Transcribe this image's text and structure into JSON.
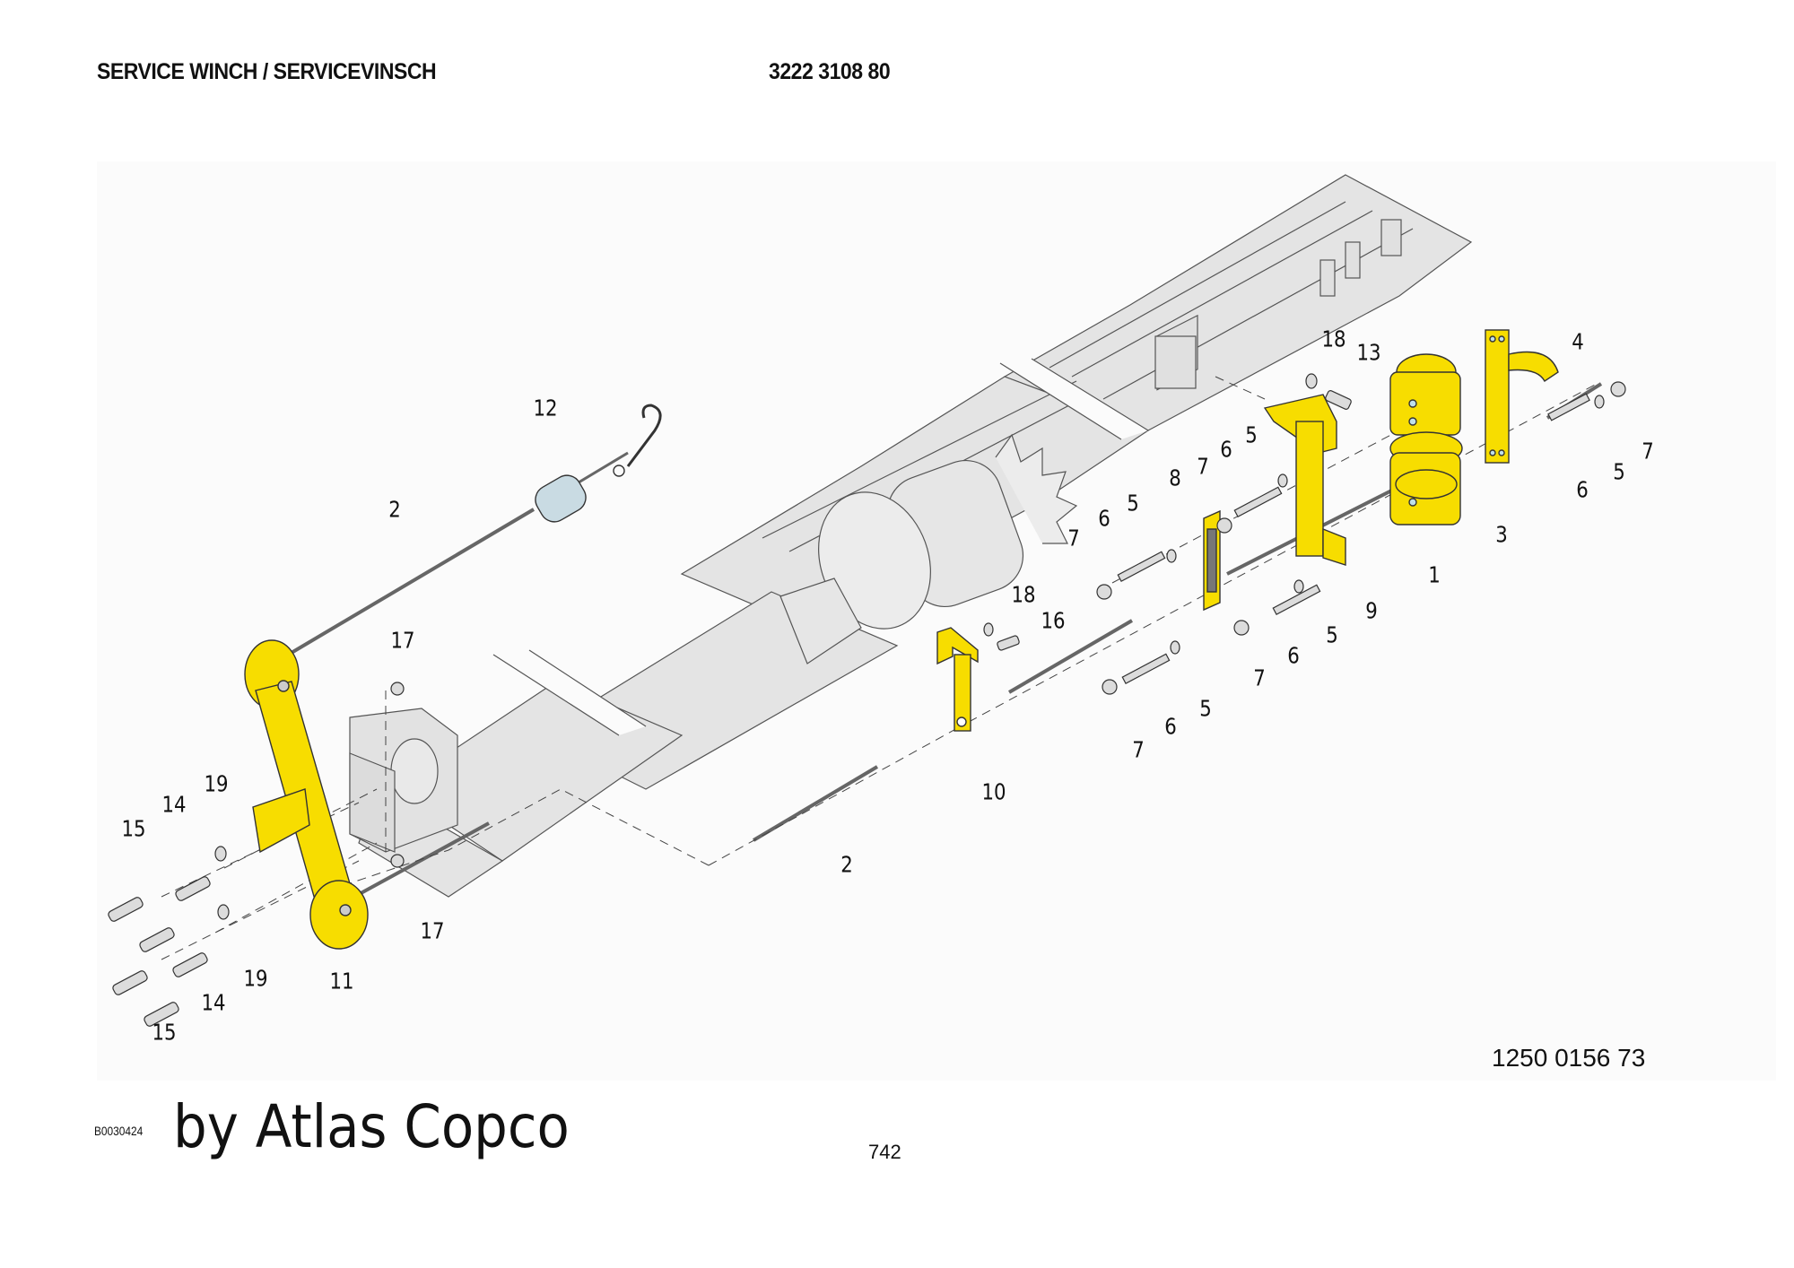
{
  "header": {
    "title": "SERVICE WINCH / SERVICEVINSCH",
    "part_number": "3222 3108 80"
  },
  "diagram": {
    "description": "Exploded parts diagram of service winch mounted on boom beam",
    "colors": {
      "highlight_parts": "#f7dd00",
      "beam": "#e4e4e4",
      "weight": "#c9dbe3",
      "line": "#333333"
    },
    "callouts": [
      {
        "number": "18"
      },
      {
        "number": "13"
      },
      {
        "number": "4"
      },
      {
        "number": "7"
      },
      {
        "number": "5"
      },
      {
        "number": "6"
      },
      {
        "number": "3"
      },
      {
        "number": "1"
      },
      {
        "number": "12"
      },
      {
        "number": "2"
      },
      {
        "number": "5"
      },
      {
        "number": "6"
      },
      {
        "number": "7"
      },
      {
        "number": "8"
      },
      {
        "number": "6"
      },
      {
        "number": "5"
      },
      {
        "number": "7"
      },
      {
        "number": "9"
      },
      {
        "number": "5"
      },
      {
        "number": "6"
      },
      {
        "number": "7"
      },
      {
        "number": "18"
      },
      {
        "number": "16"
      },
      {
        "number": "17"
      },
      {
        "number": "5"
      },
      {
        "number": "6"
      },
      {
        "number": "7"
      },
      {
        "number": "10"
      },
      {
        "number": "19"
      },
      {
        "number": "14"
      },
      {
        "number": "15"
      },
      {
        "number": "2"
      },
      {
        "number": "17"
      },
      {
        "number": "19"
      },
      {
        "number": "11"
      },
      {
        "number": "14"
      },
      {
        "number": "15"
      }
    ],
    "drawing_number": "1250 0156 73"
  },
  "footer": {
    "image_code": "B0030424",
    "watermark": "by Atlas Copco",
    "page_number": "742"
  }
}
